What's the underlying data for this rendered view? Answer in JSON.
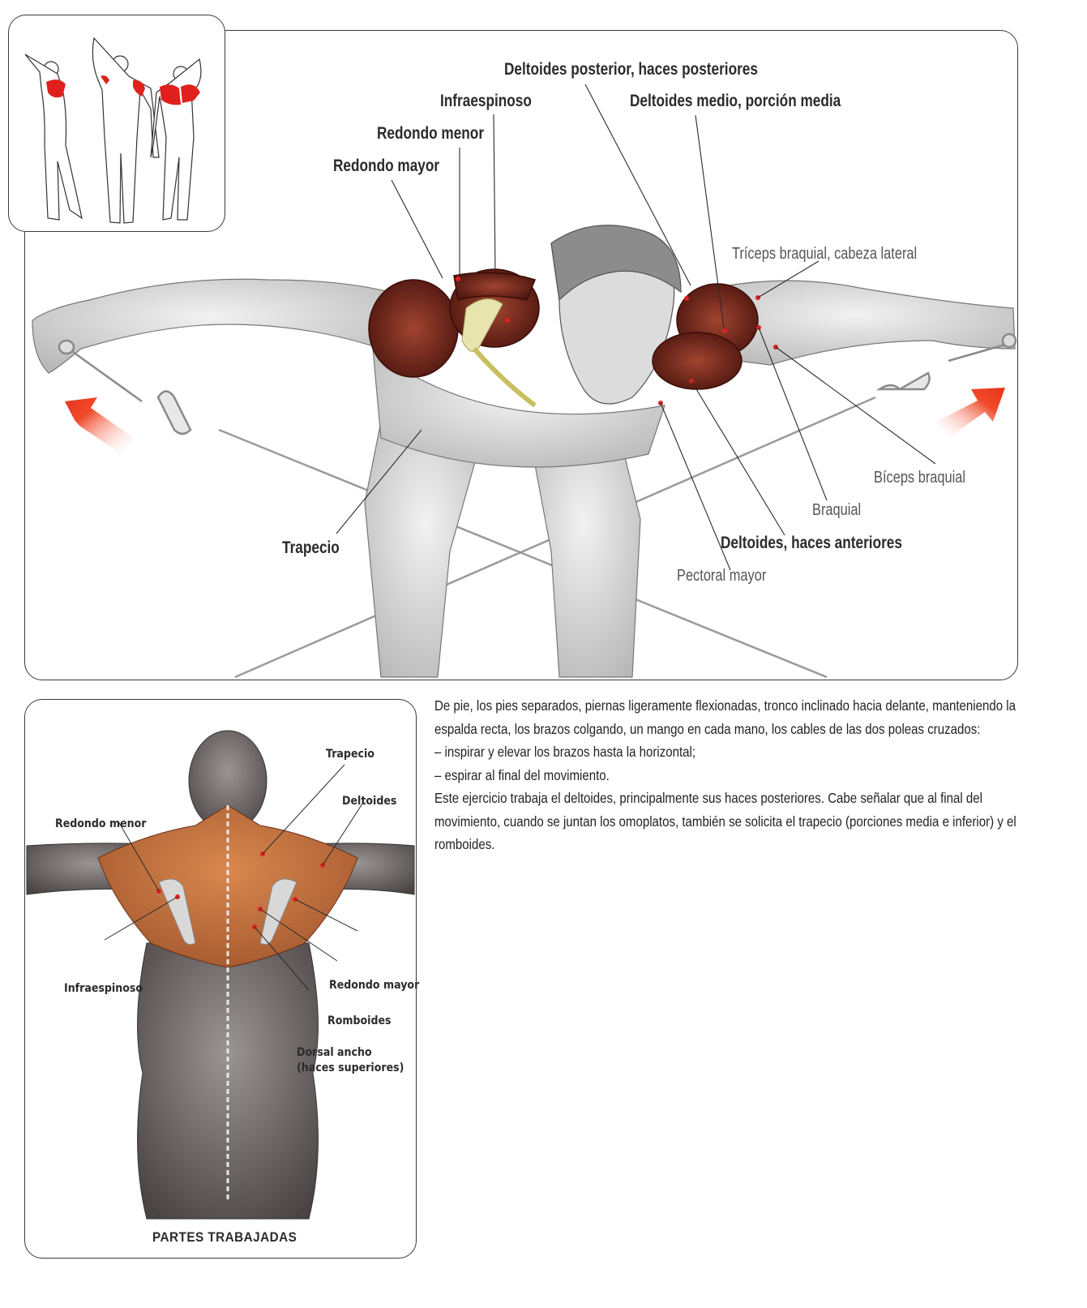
{
  "main_figure": {
    "labels": {
      "deltoides_posterior": "Deltoides posterior, haces posteriores",
      "infraespinoso": "Infraespinoso",
      "deltoides_medio": "Deltoides medio, porción media",
      "redondo_menor": "Redondo menor",
      "redondo_mayor": "Redondo mayor",
      "triceps": "Tríceps braquial, cabeza lateral",
      "biceps": "Bíceps braquial",
      "braquial": "Braquial",
      "deltoides_anteriores": "Deltoides, haces anteriores",
      "pectoral_mayor": "Pectoral mayor",
      "trapecio": "Trapecio"
    },
    "arrow_color": "#f04a2a",
    "muscle_color": "#7a2a1e"
  },
  "thumbnail": {
    "highlight_color": "#e0201c",
    "figures": [
      "side-view",
      "front-view",
      "back-view"
    ]
  },
  "back_figure": {
    "labels": {
      "trapecio": "Trapecio",
      "deltoides": "Deltoides",
      "redondo_menor": "Redondo menor",
      "infraespinoso": "Infraespinoso",
      "redondo_mayor": "Redondo mayor",
      "romboides": "Romboides",
      "dorsal_ancho_1": "Dorsal ancho",
      "dorsal_ancho_2": "(haces superiores)"
    },
    "caption": "PARTES TRABAJADAS",
    "muscle_color": "#c0703e"
  },
  "description": {
    "p1": "De pie, los pies separados, piernas ligeramente flexionadas, tronco inclinado hacia delante, manteniendo la espalda recta, los brazos colgando, un mango en cada mano, los cables de las dos poleas cruzados:",
    "step1": "– inspirar y elevar los brazos hasta la horizontal;",
    "step2": "– espirar al final del movimiento.",
    "p2": "Este ejercicio trabaja el deltoides, principalmente sus haces posteriores. Cabe señalar que al final del movimiento, cuando se juntan los omoplatos, también se solicita el trapecio (porciones media e inferior) y el romboides."
  }
}
